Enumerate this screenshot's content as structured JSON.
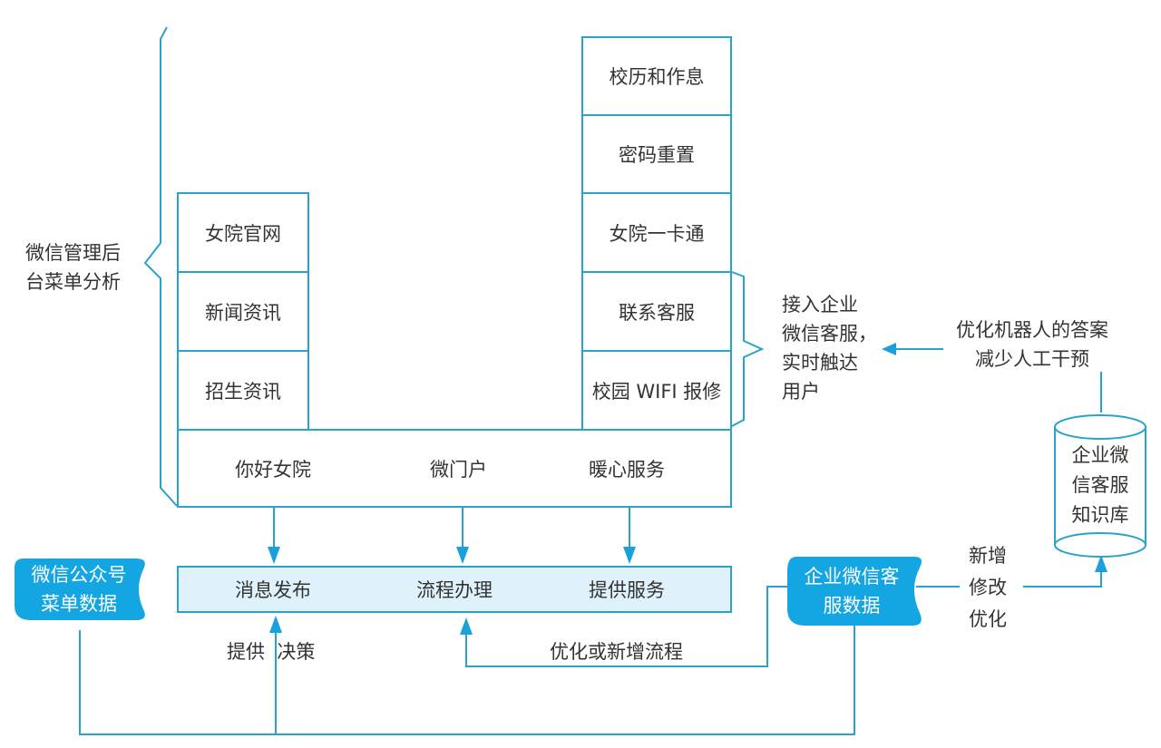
{
  "colors": {
    "line": "#2aa3c9",
    "arrow": "#1aa0dc",
    "flag_fill": "#14a6e3",
    "bar_fill": "#dff2fb",
    "text": "#333333"
  },
  "left_brace_label": [
    "微信管理后",
    "台菜单分析"
  ],
  "left_column": [
    "女院官网",
    "新闻资讯",
    "招生资讯"
  ],
  "right_column": [
    "校历和作息",
    "密码重置",
    "女院一卡通",
    "联系客服",
    "校园 WIFI 报修"
  ],
  "menu_row": [
    "你好女院",
    "微门户",
    "暖心服务"
  ],
  "function_bar": [
    "消息发布",
    "流程办理",
    "提供服务"
  ],
  "right_brace_label": [
    "接入企业",
    "微信客服，",
    "实时触达",
    "用户"
  ],
  "optimize_label": [
    "优化机器人的答案",
    "减少人工干预"
  ],
  "knowledge_base": [
    "企业微",
    "信客服",
    "知识库"
  ],
  "source_left": [
    "微信公众号",
    "菜单数据"
  ],
  "source_right": [
    "企业微信客",
    "服数据"
  ],
  "edit_label": [
    "新增",
    "修改",
    "优化"
  ],
  "decision_label": "提供  决策",
  "process_label": "优化或新增流程"
}
